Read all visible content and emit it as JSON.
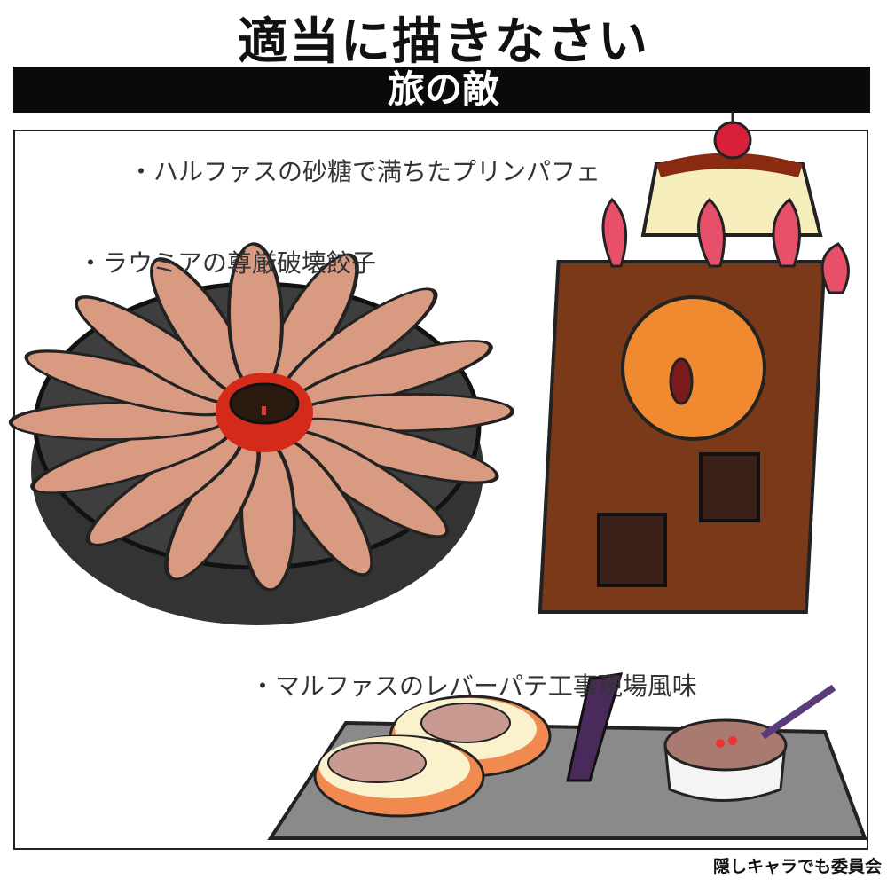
{
  "header": {
    "title": "適当に描きなさい",
    "subtitle": "旅の敵"
  },
  "dishes": [
    {
      "label": "・ハルファスの砂糖で満ちたプリンパフェ"
    },
    {
      "label": "・ラウミアの尊厳破壊餃子"
    },
    {
      "label": "・マルファスのレバーパテ工事現場風味"
    }
  ],
  "footer": {
    "credit": "隠しキャラでも委員会"
  },
  "colors": {
    "pan": "#3a3a3a",
    "gyoza": "#d89a80",
    "clock_tower": "#7a3a1a",
    "clock_face": "#f08a30",
    "tray": "#8a8a8a",
    "strawberry": "#e04060"
  }
}
